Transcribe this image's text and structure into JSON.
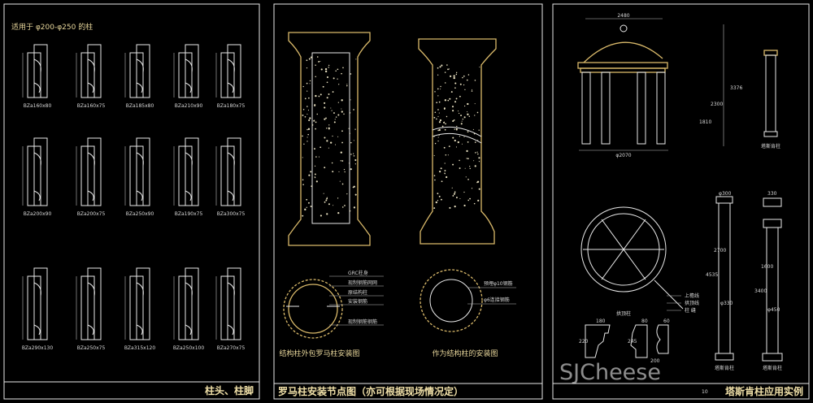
{
  "panel1": {
    "note": "适用于 φ200-φ250  的柱",
    "title": "柱头、柱脚",
    "profiles": [
      [
        "BZa160x80",
        "BZa160x75",
        "BZa185x80",
        "BZa210x90",
        "BZa180x75"
      ],
      [
        "BZa200x90",
        "BZa200x75",
        "BZa250x90",
        "BZa190x75",
        "BZa300x75"
      ],
      [
        "BZa290x130",
        "BZa250x75",
        "BZa315x120",
        "BZa250x100",
        "BZa270x75"
      ]
    ]
  },
  "panel2": {
    "title": "罗马柱安装节点图（亦可根据现场情况定）",
    "left_caption": "结构柱外包罗马柱安装图",
    "right_caption": "作为结构柱的安装图",
    "left_labels": [
      "GRC柱身",
      "现制钢筋网网",
      "原结构柱",
      "安装钢筋",
      "现制钢筋钢筋"
    ],
    "right_labels": [
      "预埋φ10钢筋",
      "φ6连接钢筋"
    ]
  },
  "panel3": {
    "title": "塔斯肯柱应用实例",
    "page_number": "10",
    "dims_top": [
      "2480",
      "φ2070",
      "3376",
      "2300",
      "1810"
    ],
    "side_caption": "塔斯肯柱",
    "plan_caption": "拱顶柱",
    "plan_labels": [
      "上檐线",
      "拱顶线",
      "柱 缝"
    ],
    "column_dims": [
      "φ300",
      "4535",
      "2700",
      "φ330",
      "330",
      "3400",
      "1600",
      "φ450"
    ],
    "column_captions": [
      "塔斯肯柱",
      "塔斯肯柱"
    ],
    "profile_dims": [
      "180",
      "220",
      "80",
      "245",
      "60",
      "200"
    ]
  },
  "watermark": "SJCheese"
}
